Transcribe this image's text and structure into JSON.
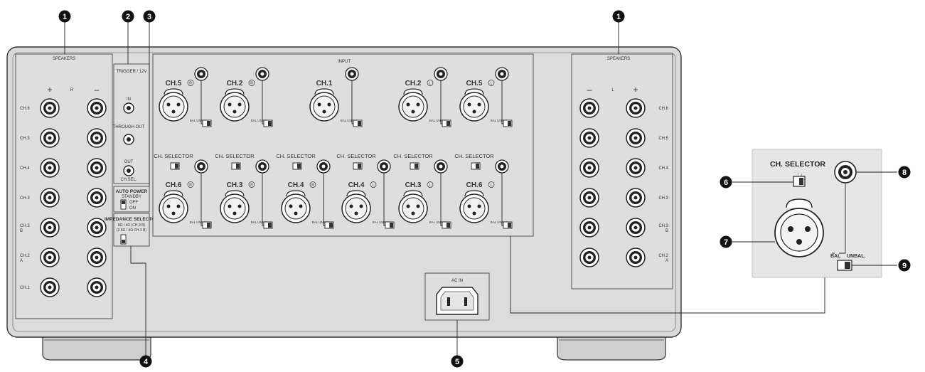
{
  "callouts": {
    "c1": "1",
    "c2": "2",
    "c3": "3",
    "c4": "4",
    "c5": "5",
    "c6": "6",
    "c7": "7",
    "c8": "8",
    "c9": "9"
  },
  "speakers_left": {
    "title": "SPEAKERS",
    "plus": "+",
    "minus": "–",
    "side": "R",
    "channels": [
      "CH.6",
      "CH.5",
      "CH.4",
      "CH.3",
      "CH.3 B",
      "CH.2 A",
      "CH.1"
    ]
  },
  "speakers_right": {
    "title": "SPEAKERS",
    "plus": "+",
    "minus": "–",
    "side": "L",
    "channels": [
      "CH.6",
      "CH.5",
      "CH.4",
      "CH.3",
      "CH.3 B",
      "CH.2 A"
    ]
  },
  "trigger": {
    "title": "TRIGGER / 12V",
    "in": "IN",
    "through_out": "THROUGH OUT",
    "out": "OUT",
    "out_sub": "CH.SEL."
  },
  "auto_power": {
    "title": "AUTO POWER",
    "sub": "STANDBY",
    "off": "OFF",
    "on": "ON"
  },
  "impedance": {
    "title": "IMPEDANCE SELECTOR",
    "sub1": "8Ω / 4Ω (CH.3 B)",
    "sub2": "(2.5Ω / 4Ω CH.3 B)"
  },
  "input": {
    "title": "INPUT",
    "top_row": [
      "CH.5",
      "CH.2",
      "CH.1",
      "CH.2",
      "CH.5"
    ],
    "top_sides": [
      "R",
      "R",
      "",
      "L",
      "L"
    ],
    "bottom_row": [
      "CH.6",
      "CH.3",
      "CH.4",
      "CH.4",
      "CH.3",
      "CH.6"
    ],
    "bottom_sides": [
      "R",
      "R",
      "R",
      "L",
      "L",
      "L"
    ],
    "selector_label": "CH. SELECTOR",
    "switch_label": "BAL UNBAL"
  },
  "ac_in": {
    "label": "AC IN"
  },
  "zoom": {
    "title": "CH. SELECTOR",
    "switch_top": "↑ ↓",
    "bal": "BAL",
    "unbal": "UNBAL."
  }
}
